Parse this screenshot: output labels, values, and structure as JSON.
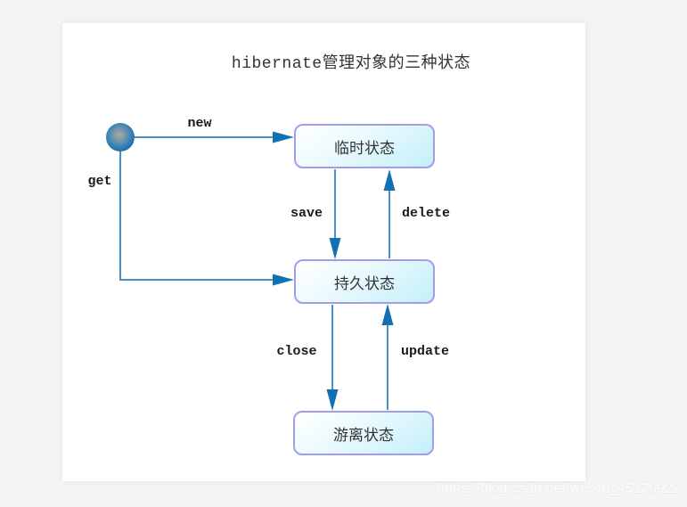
{
  "page": {
    "title": "hibernate管理对象的三种状态",
    "background_color": "#f4f4f5",
    "canvas_color": "#ffffff"
  },
  "diagram": {
    "type": "state-diagram",
    "states": [
      {
        "id": "transient",
        "label": "临时状态"
      },
      {
        "id": "persistent",
        "label": "持久状态"
      },
      {
        "id": "detached",
        "label": "游离状态"
      }
    ],
    "transitions": [
      {
        "label": "new",
        "from": "start",
        "to": "transient"
      },
      {
        "label": "get",
        "from": "start",
        "to": "persistent"
      },
      {
        "label": "save",
        "from": "transient",
        "to": "persistent"
      },
      {
        "label": "delete",
        "from": "persistent",
        "to": "transient"
      },
      {
        "label": "close",
        "from": "persistent",
        "to": "detached"
      },
      {
        "label": "update",
        "from": "detached",
        "to": "persistent"
      }
    ],
    "colors": {
      "edge_line": "#4a90c8",
      "arrowhead": "#1470b4",
      "box_border": "#a29de8",
      "box_fill": "#c4effa",
      "start_node": "#1c6aa6",
      "text": "#333333"
    }
  },
  "watermark": {
    "text": "https://blog.csdn.net/weixin_45176922"
  }
}
